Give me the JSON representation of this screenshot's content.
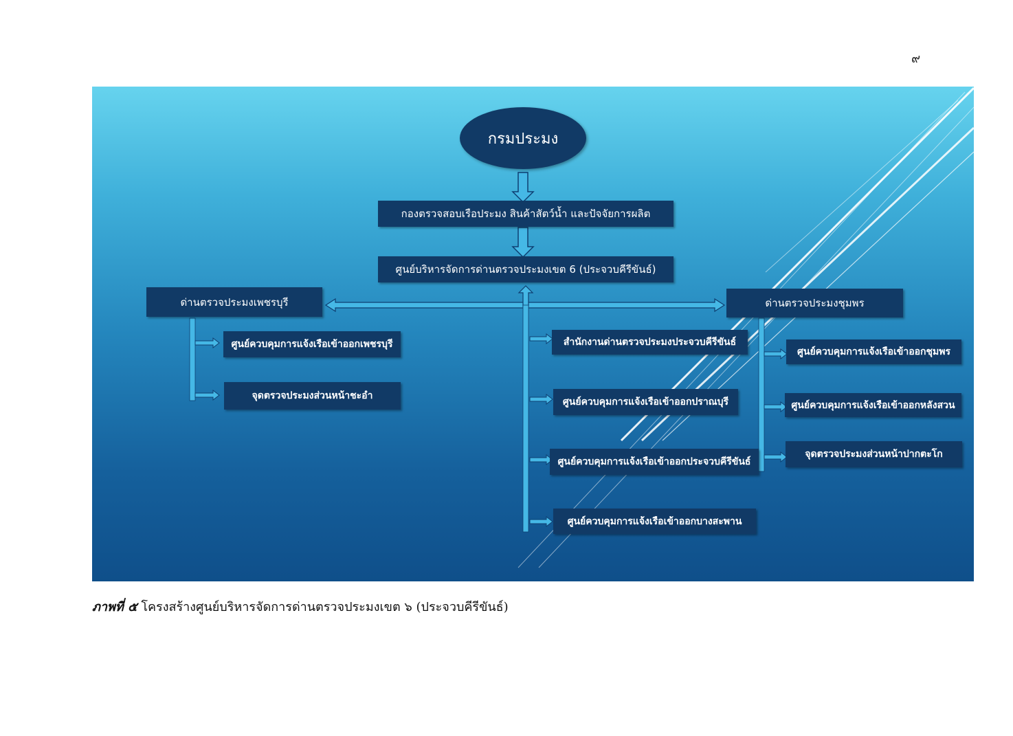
{
  "page_number": "๙",
  "diagram": {
    "top": "กรมประมง",
    "division": "กองตรวจสอบเรือประมง สินค้าสัตว์น้ำ และปัจจัยการผลิต",
    "center": "ศูนย์บริหารจัดการด่านตรวจประมงเขต 6 (ประจวบคีรีขันธ์)",
    "left_branch": {
      "title": "ด่านตรวจประมงเพชรบุรี",
      "items": [
        "ศูนย์ควบคุมการแจ้งเรือเข้าออกเพชรบุรี",
        "จุดตรวจประมงส่วนหน้าชะอำ"
      ]
    },
    "middle_branch": {
      "items": [
        "สำนักงานด่านตรวจประมงประจวบคีรีขันธ์",
        "ศูนย์ควบคุมการแจ้งเรือเข้าออกปราณบุรี",
        "ศูนย์ควบคุมการแจ้งเรือเข้าออกประจวบคีรีขันธ์",
        "ศูนย์ควบคุมการแจ้งเรือเข้าออกบางสะพาน"
      ]
    },
    "right_branch": {
      "title": "ด่านตรวจประมงชุมพร",
      "items": [
        "ศูนย์ควบคุมการแจ้งเรือเข้าออกชุมพร",
        "ศูนย์ควบคุมการแจ้งเรือเข้าออกหลังสวน",
        "จุดตรวจประมงส่วนหน้าปากตะโก"
      ]
    }
  },
  "caption": {
    "label": "ภาพที่ ๕",
    "text": " โครงสร้างศูนย์บริหารจัดการด่านตรวจประมงเขต ๖ (ประจวบคีรีขันธ์)"
  }
}
